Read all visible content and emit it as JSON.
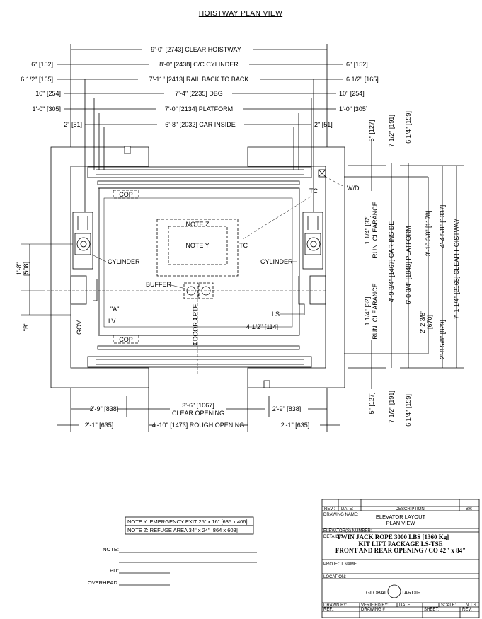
{
  "title": "HOISTWAY PLAN VIEW",
  "top_dims": [
    {
      "left": "",
      "center": "9'-0\" [2743] CLEAR HOISTWAY",
      "right": ""
    },
    {
      "left": "6\" [152]",
      "center": "8'-0\" [2438] C/C CYLINDER",
      "right": "6\" [152]"
    },
    {
      "left": "6 1/2\" [165]",
      "center": "7'-11\" [2413] RAIL BACK TO BACK",
      "right": "6 1/2\" [165]"
    },
    {
      "left": "10\" [254]",
      "center": "7'-4\" [2235] DBG",
      "right": "10\" [254]"
    },
    {
      "left": "1'-0\" [305]",
      "center": "7'-0\" [2134] PLATFORM",
      "right": "1'-0\" [305]"
    },
    {
      "left": "2\" [51]",
      "center": "6'-8\" [2032] CAR INSIDE",
      "right": "2\" [51]"
    }
  ],
  "right_dims": {
    "top_small": [
      "5\" [127]",
      "7 1/2\" [191]",
      "6 1/4\" [159]"
    ],
    "run_clearance_top": "1 1/4\" [32]",
    "run_clearance_label": "RUN. CLEARANCE",
    "car_inside": "4'-9 3/4\" [1467] CAR INSIDE",
    "platform": "6'-0 3/4\" [1848] PLATFORM",
    "d_1178": "3'-10 3/8\" [1178]",
    "d_1337": "4'-4 5/8\" [1337]",
    "clear_hoistway": "7'-1 1/4\" [2165] CLEAR HOISTWAY",
    "d_670": "2'-2 3/8\"",
    "d_670_mm": "[670]",
    "d_829": "2'-8 5/8\" [829]",
    "run_clearance_bottom": "1 1/4\" [32]",
    "bottom_small": [
      "5\" [127]",
      "7 1/2\" [191]",
      "6 1/4\" [159]"
    ]
  },
  "left_dims": {
    "d_508": "1'-8\"",
    "d_508_mm": "[508]",
    "b": "\"B\""
  },
  "plan_labels": {
    "wd": "W/D",
    "tc_top": "TC",
    "tc": "TC",
    "cop_top": "COP",
    "cop_bottom": "COP",
    "note_z": "NOTE Z",
    "note_y": "NOTE Y",
    "cylinder_left": "CYLINDER",
    "cylinder_right": "CYLINDER",
    "buffer": "BUFFER",
    "a": "\"A\"",
    "lv": "LV",
    "gov": "GOV",
    "ls": "LS",
    "door_cl": "℄DOOR ℄PTF",
    "d_114": "4 1/2\" [114]"
  },
  "bottom_dims": {
    "left1": "2'-9\" [838]",
    "clear_opening": "3'-6\" [1067]",
    "clear_opening_label": "CLEAR OPENING",
    "right1": "2'-9\" [838]",
    "left2": "2'-1\" [635]",
    "rough_opening": "4'-10\" [1473] ROUGH OPENING",
    "right2": "2'-1\" [635]"
  },
  "notes": {
    "note_y": "NOTE Y: EMERGENCY EXIT 25\" x 16\" [635 x 406]",
    "note_z": "NOTE Z: REFUGE AREA 34\" x 24\" [864 x 608]",
    "note_label": "NOTE:",
    "pit_label": "PIT:",
    "overhead_label": "OVERHEAD:"
  },
  "title_block": {
    "rev": "REV.:",
    "date": "DATE:",
    "description": "DESCRIPTION:",
    "by": "BY:",
    "drawing_name_label": "DRAWING NAME:",
    "drawing_name_1": "ELEVATOR LAYOUT",
    "drawing_name_2": "PLAN VIEW",
    "elevator_number_label": "ELEVATOR(S) NUMBER:",
    "details_label": "DETAILS:",
    "details_1": "TWIN JACK ROPE 3000 LBS [1360 Kg]",
    "details_2": "KIT LIFT PACKAGE LS-TSE",
    "details_3": "FRONT AND REAR OPENING / CO 42\" x 84\"",
    "project_name_label": "PROJECT NAME:",
    "location_label": "LOCATION:",
    "logo_left": "GLOBAL",
    "logo_right": "TARDIF",
    "drawn_by": "DRAWN BY:",
    "verified_by": "VERIFIED BY:",
    "date2": "DATE:",
    "scale_label": "SCALE:",
    "scale": "N.T.S.",
    "ref": "REF.:",
    "drawing_no": "DRAWING #",
    "sheet": "SHEET:",
    "rev2": "REV:"
  }
}
